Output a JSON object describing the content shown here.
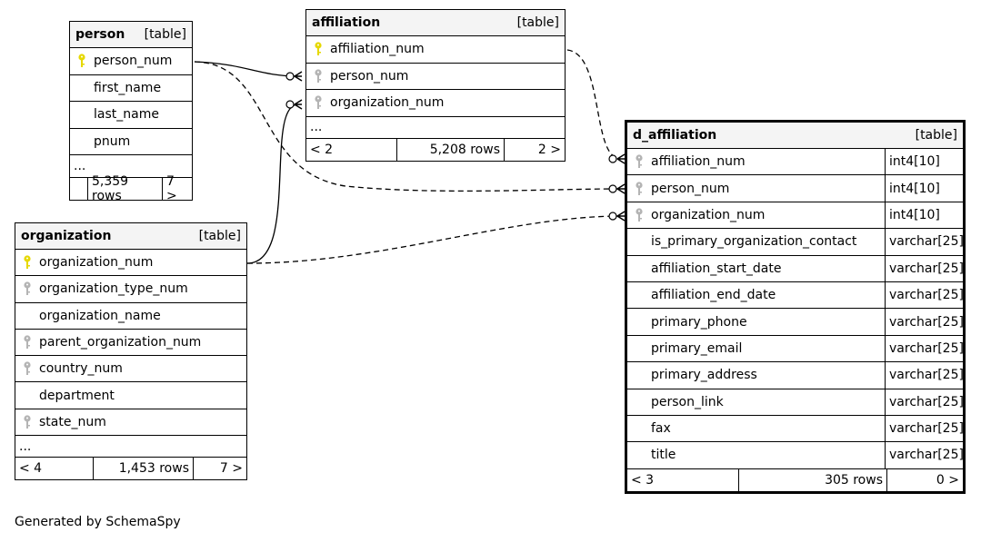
{
  "tables": {
    "person": {
      "name": "person",
      "kind": "[table]",
      "columns": [
        {
          "name": "person_num",
          "key": "primary"
        },
        {
          "name": "first_name",
          "key": "none"
        },
        {
          "name": "last_name",
          "key": "none"
        },
        {
          "name": "pnum",
          "key": "none"
        }
      ],
      "more": "...",
      "footer": {
        "parents": "",
        "rows": "5,359 rows",
        "children": "7 >"
      }
    },
    "affiliation": {
      "name": "affiliation",
      "kind": "[table]",
      "columns": [
        {
          "name": "affiliation_num",
          "key": "primary"
        },
        {
          "name": "person_num",
          "key": "foreign"
        },
        {
          "name": "organization_num",
          "key": "foreign"
        }
      ],
      "more": "...",
      "footer": {
        "parents": "< 2",
        "rows": "5,208 rows",
        "children": "2 >"
      }
    },
    "organization": {
      "name": "organization",
      "kind": "[table]",
      "columns": [
        {
          "name": "organization_num",
          "key": "primary"
        },
        {
          "name": "organization_type_num",
          "key": "foreign"
        },
        {
          "name": "organization_name",
          "key": "none"
        },
        {
          "name": "parent_organization_num",
          "key": "foreign"
        },
        {
          "name": "country_num",
          "key": "foreign"
        },
        {
          "name": "department",
          "key": "none"
        },
        {
          "name": "state_num",
          "key": "foreign"
        }
      ],
      "more": "...",
      "footer": {
        "parents": "< 4",
        "rows": "1,453 rows",
        "children": "7 >"
      }
    },
    "d_affiliation": {
      "name": "d_affiliation",
      "kind": "[table]",
      "columns": [
        {
          "name": "affiliation_num",
          "key": "foreign",
          "type": "int4[10]"
        },
        {
          "name": "person_num",
          "key": "foreign",
          "type": "int4[10]"
        },
        {
          "name": "organization_num",
          "key": "foreign",
          "type": "int4[10]"
        },
        {
          "name": "is_primary_organization_contact",
          "key": "none",
          "type": "varchar[25]"
        },
        {
          "name": "affiliation_start_date",
          "key": "none",
          "type": "varchar[25]"
        },
        {
          "name": "affiliation_end_date",
          "key": "none",
          "type": "varchar[25]"
        },
        {
          "name": "primary_phone",
          "key": "none",
          "type": "varchar[25]"
        },
        {
          "name": "primary_email",
          "key": "none",
          "type": "varchar[25]"
        },
        {
          "name": "primary_address",
          "key": "none",
          "type": "varchar[25]"
        },
        {
          "name": "person_link",
          "key": "none",
          "type": "varchar[25]"
        },
        {
          "name": "fax",
          "key": "none",
          "type": "varchar[25]"
        },
        {
          "name": "title",
          "key": "none",
          "type": "varchar[25]"
        }
      ],
      "footer": {
        "parents": "< 3",
        "rows": "305 rows",
        "children": "0 >"
      }
    }
  },
  "colors": {
    "primary_key": "#e6d800",
    "foreign_key": "#b4b4b4",
    "header_bg": "#f4f4f4"
  },
  "credit": "Generated by SchemaSpy"
}
